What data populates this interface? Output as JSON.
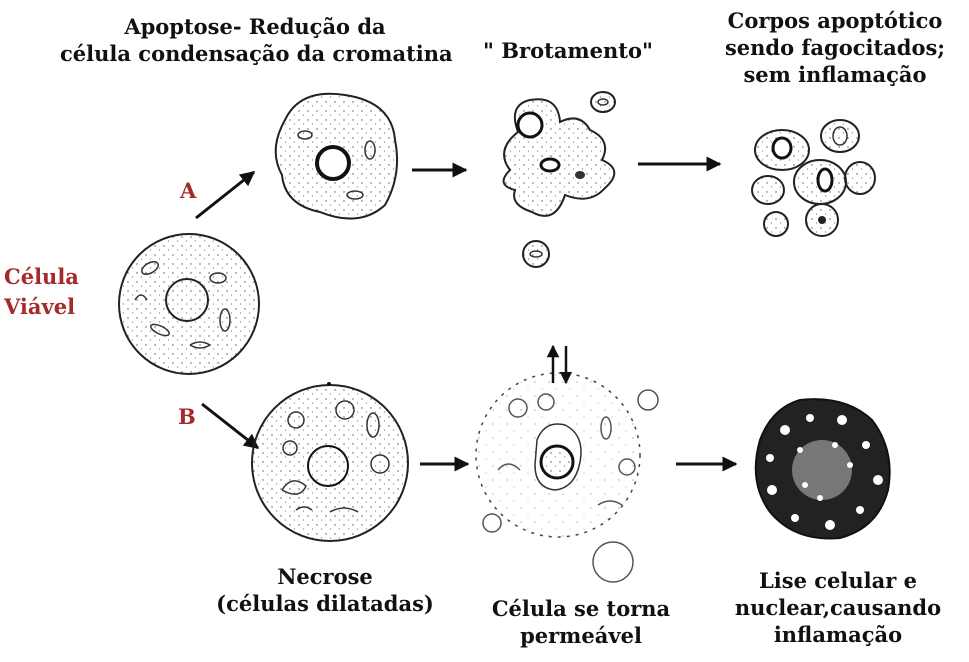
{
  "labels": {
    "apoptosis_title_line1": "Apoptose- Redução da",
    "apoptosis_title_line2": "célula condensação da cromatina",
    "budding": "\" Brotamento\"",
    "apoptotic_bodies_line1": "Corpos apoptótico",
    "apoptotic_bodies_line2": "sendo fagocitados;",
    "apoptotic_bodies_line3": "sem inflamação",
    "viable_cell_line1": "Célula",
    "viable_cell_line2": "Viável",
    "path_a": "A",
    "path_b": "B",
    "necrosis_line1": "Necrose",
    "necrosis_line2": "(células dilatadas)",
    "permeable_line1": "Célula se torna",
    "permeable_line2": "permeável",
    "lysis_line1": "Lise celular e",
    "lysis_line2": "nuclear,causando",
    "lysis_line3": "inflamação"
  },
  "colors": {
    "accent_red": "#a52a2a",
    "ink": "#111111"
  }
}
